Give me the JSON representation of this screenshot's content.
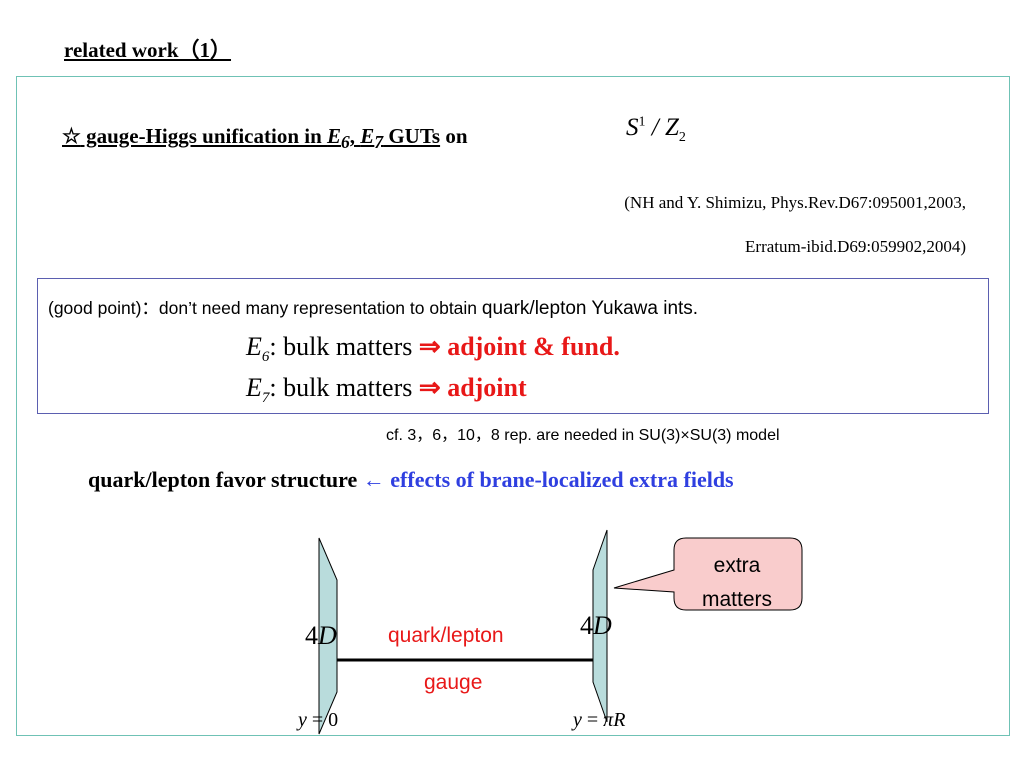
{
  "title": "related work（1）",
  "headline": {
    "star": "☆",
    "text_a": " gauge-Higgs unification in ",
    "e6": "E",
    "e6_sub": "6",
    "comma": ", ",
    "e7": "E",
    "e7_sub": "7",
    "guts": " GUTs",
    "on": " on ",
    "s": "S",
    "s_sup": "1",
    "slash": " / ",
    "z": "Z",
    "z_sub": "2"
  },
  "reference": {
    "line1": "(NH and Y. Shimizu, Phys.Rev.D67:095001,2003,",
    "line2": "Erratum-ibid.D69:059902,2004)"
  },
  "good_point": {
    "prefix": "(good point)：don’t need many representation to obtain ",
    "strong": "quark/lepton Yukawa ints."
  },
  "rows": [
    {
      "sym": "E",
      "sub": "6",
      "colon": ":   ",
      "text": "bulk matters ",
      "arrow": "⇒",
      "result": " adjoint & fund."
    },
    {
      "sym": "E",
      "sub": "7",
      "colon": ":   ",
      "text": "bulk matters ",
      "arrow": "⇒",
      "result": " adjoint"
    }
  ],
  "cf_note": "cf. 3，6，10，8 rep. are needed in SU(3)×SU(3) model",
  "favor": {
    "black": "quark/lepton favor structure ",
    "blue": "← effects of brane-localized extra fields"
  },
  "diagram": {
    "left_4d_num": "4",
    "left_4d_sym": "D",
    "right_4d_num": "4",
    "right_4d_sym": "D",
    "quark_lepton": "quark/lepton",
    "gauge": "gauge",
    "y0_var": "y",
    "y0_eq": " = 0",
    "ypr_var": "y",
    "ypr_eq": " = ",
    "ypr_pi": "π",
    "ypr_r": "R",
    "callout": "extra matters"
  },
  "colors": {
    "frame": "#6fc2b5",
    "box": "#5b5fb0",
    "red": "#e81818",
    "blue": "#2f3fe0",
    "brane_fill": "#b9dcdc",
    "callout_fill": "#f9cccc"
  }
}
